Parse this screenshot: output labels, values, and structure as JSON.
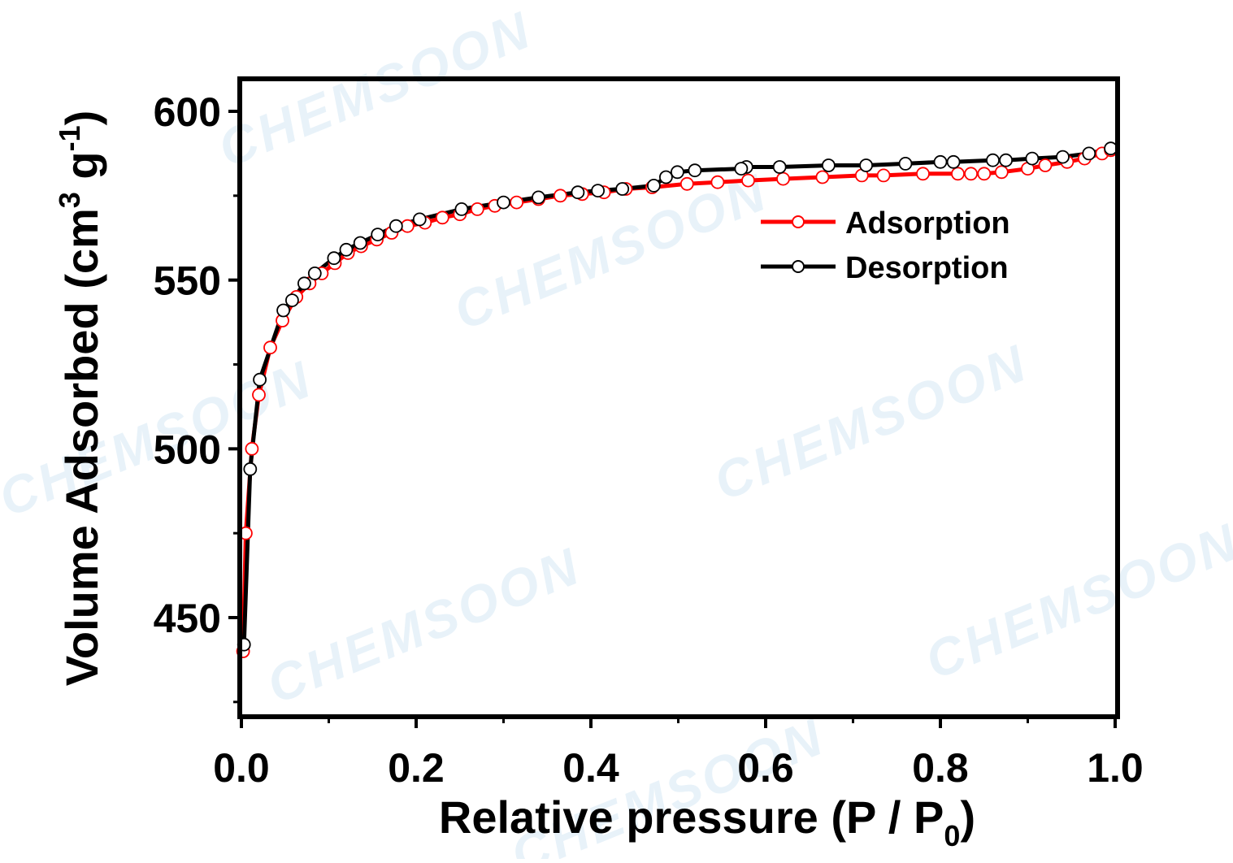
{
  "watermark": "CHEMSOON",
  "chart_data": {
    "type": "line",
    "title": "",
    "xlabel": "Relative pressure (P / P",
    "xlabel_sub": "0",
    "xlabel_end": ")",
    "ylabel": "Volume Adsorbed (cm",
    "ylabel_sup3": "3",
    "ylabel_mid": " g",
    "ylabel_sup1": "-1",
    "ylabel_end": ")",
    "xlim": [
      0.0,
      1.0
    ],
    "ylim": [
      420,
      610
    ],
    "x_ticks": [
      0.0,
      0.2,
      0.4,
      0.6,
      0.8,
      1.0
    ],
    "x_tick_labels": [
      "0.0",
      "0.2",
      "0.4",
      "0.6",
      "0.8",
      "1.0"
    ],
    "y_ticks": [
      450,
      500,
      550,
      600
    ],
    "y_tick_labels": [
      "450",
      "500",
      "550",
      "600"
    ],
    "grid": false,
    "legend_position": "top-right",
    "series": [
      {
        "name": "Adsorption",
        "color": "#ff0000",
        "marker_edge": "#ff0000",
        "points": [
          [
            0.002,
            440
          ],
          [
            0.005,
            475
          ],
          [
            0.012,
            500
          ],
          [
            0.02,
            516
          ],
          [
            0.033,
            530
          ],
          [
            0.047,
            538
          ],
          [
            0.063,
            545
          ],
          [
            0.078,
            549
          ],
          [
            0.092,
            552
          ],
          [
            0.107,
            555
          ],
          [
            0.122,
            558
          ],
          [
            0.137,
            560
          ],
          [
            0.155,
            562
          ],
          [
            0.172,
            564
          ],
          [
            0.19,
            566
          ],
          [
            0.21,
            567
          ],
          [
            0.23,
            568.5
          ],
          [
            0.25,
            569.5
          ],
          [
            0.27,
            571
          ],
          [
            0.29,
            572
          ],
          [
            0.315,
            573
          ],
          [
            0.34,
            574
          ],
          [
            0.365,
            575
          ],
          [
            0.39,
            575.5
          ],
          [
            0.415,
            576
          ],
          [
            0.44,
            577
          ],
          [
            0.47,
            577.5
          ],
          [
            0.51,
            578.5
          ],
          [
            0.545,
            579
          ],
          [
            0.58,
            579.5
          ],
          [
            0.62,
            580
          ],
          [
            0.665,
            580.5
          ],
          [
            0.71,
            581
          ],
          [
            0.735,
            581
          ],
          [
            0.78,
            581.5
          ],
          [
            0.82,
            581.5
          ],
          [
            0.835,
            581.5
          ],
          [
            0.85,
            581.5
          ],
          [
            0.87,
            582
          ],
          [
            0.9,
            583
          ],
          [
            0.92,
            584
          ],
          [
            0.945,
            585
          ],
          [
            0.965,
            586
          ],
          [
            0.985,
            587.5
          ],
          [
            0.995,
            588.5
          ]
        ]
      },
      {
        "name": "Desorption",
        "color": "#000000",
        "marker_edge": "#000000",
        "points": [
          [
            0.995,
            589
          ],
          [
            0.97,
            587.5
          ],
          [
            0.94,
            586.5
          ],
          [
            0.905,
            586
          ],
          [
            0.875,
            585.5
          ],
          [
            0.86,
            585.5
          ],
          [
            0.815,
            585
          ],
          [
            0.8,
            585
          ],
          [
            0.76,
            584.5
          ],
          [
            0.715,
            584
          ],
          [
            0.672,
            584
          ],
          [
            0.616,
            583.5
          ],
          [
            0.578,
            583.5
          ],
          [
            0.572,
            583
          ],
          [
            0.519,
            582.5
          ],
          [
            0.499,
            582
          ],
          [
            0.486,
            580.5
          ],
          [
            0.472,
            578
          ],
          [
            0.436,
            577
          ],
          [
            0.408,
            576.5
          ],
          [
            0.385,
            576
          ],
          [
            0.34,
            574.5
          ],
          [
            0.3,
            573
          ],
          [
            0.252,
            571
          ],
          [
            0.204,
            568
          ],
          [
            0.177,
            566
          ],
          [
            0.156,
            563.5
          ],
          [
            0.136,
            561
          ],
          [
            0.12,
            559
          ],
          [
            0.106,
            556.5
          ],
          [
            0.084,
            552
          ],
          [
            0.072,
            549
          ],
          [
            0.058,
            544
          ],
          [
            0.048,
            541
          ],
          [
            0.021,
            520.5
          ],
          [
            0.01,
            494
          ],
          [
            0.003,
            442
          ]
        ]
      }
    ]
  }
}
